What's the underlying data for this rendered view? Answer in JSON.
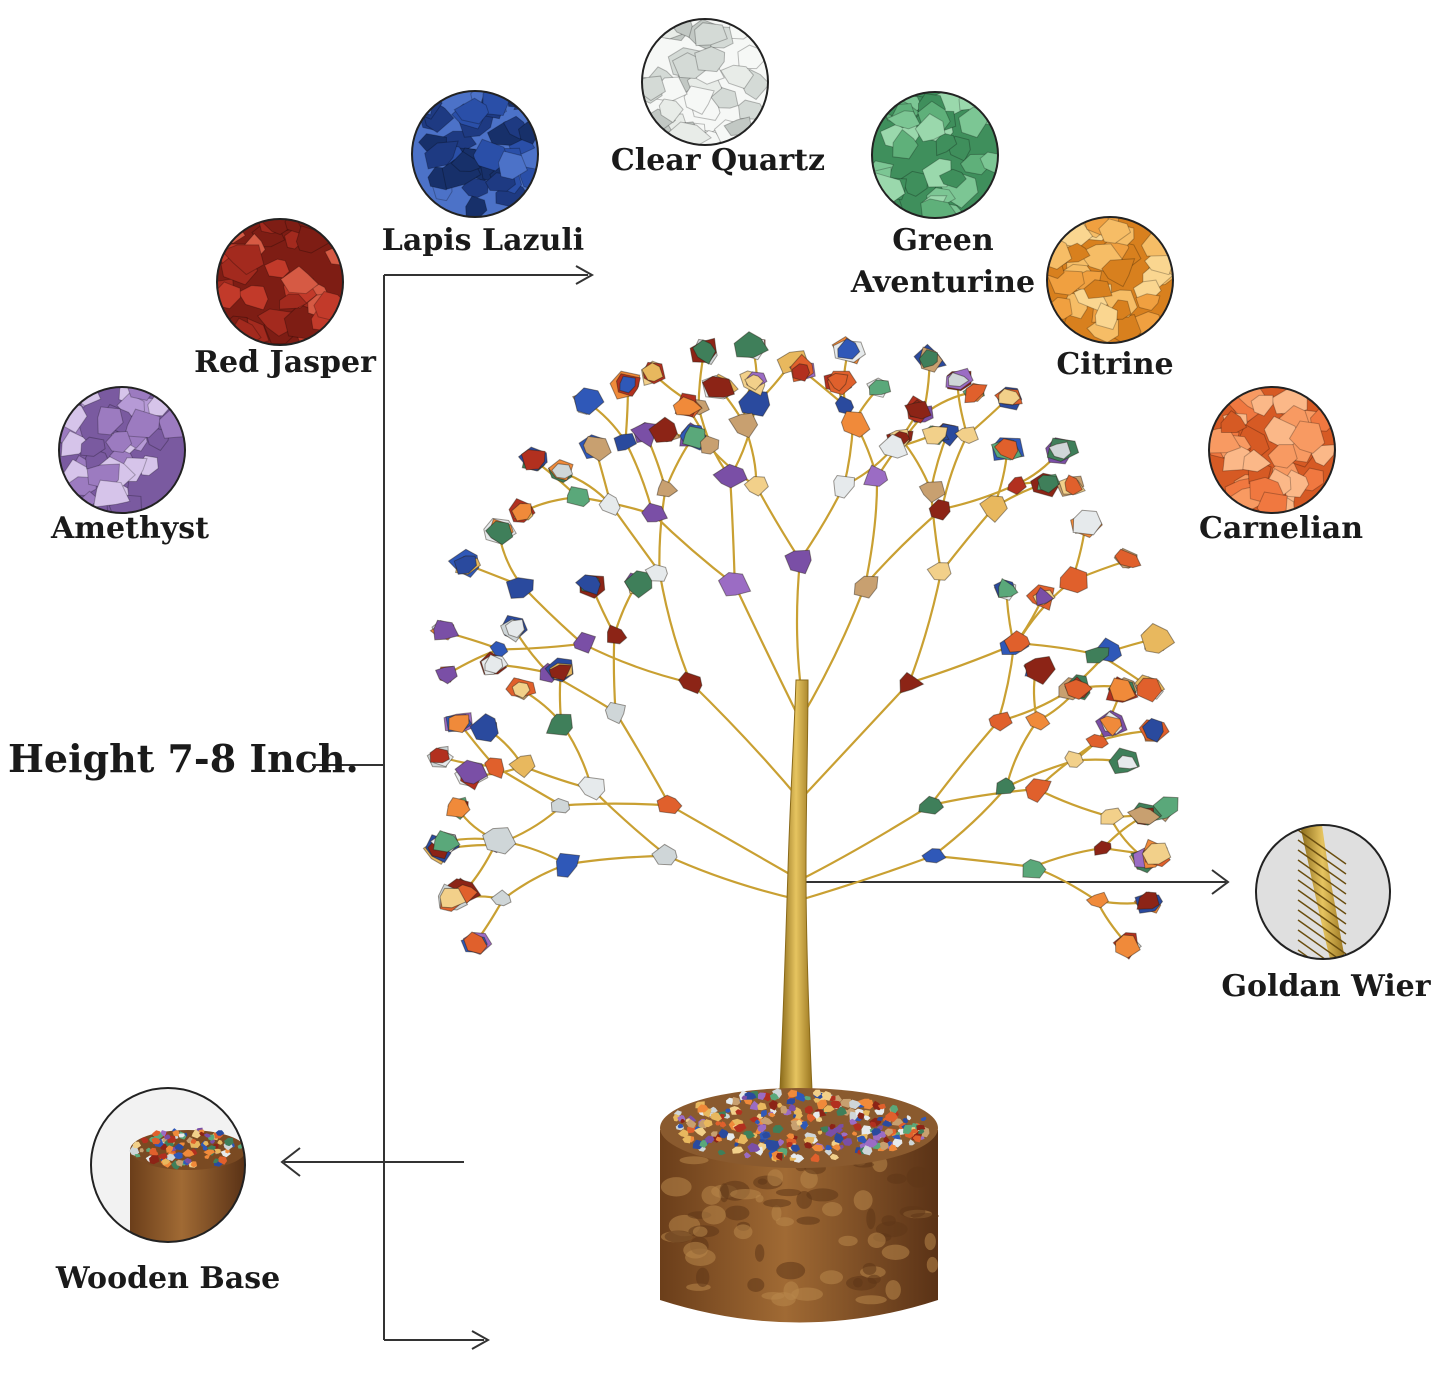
{
  "stones": [
    {
      "id": "amethyst",
      "label": "Amethyst",
      "colors": [
        "#9c7bc0",
        "#b69ad6",
        "#7a5aa0",
        "#d6c4ea"
      ]
    },
    {
      "id": "red-jasper",
      "label": "Red Jasper",
      "colors": [
        "#a32a1e",
        "#c23a2a",
        "#7e1d14",
        "#d65a44"
      ]
    },
    {
      "id": "lapis-lazuli",
      "label": "Lapis Lazuli",
      "colors": [
        "#2a4fa8",
        "#1e3a82",
        "#4c72c8",
        "#17306a"
      ]
    },
    {
      "id": "clear-quartz",
      "label": "Clear Quartz",
      "colors": [
        "#e8ece8",
        "#d4dad6",
        "#f6f8f6",
        "#c2c8c4"
      ]
    },
    {
      "id": "green-aventurine",
      "label": "Green\nAventurine",
      "colors": [
        "#5fb07a",
        "#7cc694",
        "#3f8f5c",
        "#9ad8ac"
      ]
    },
    {
      "id": "citrine",
      "label": "Citrine",
      "colors": [
        "#f0a040",
        "#f6bd66",
        "#d8801e",
        "#fad690"
      ]
    },
    {
      "id": "carnelian",
      "label": "Carnelian",
      "colors": [
        "#f07840",
        "#f89a62",
        "#d65a24",
        "#fbb888"
      ]
    }
  ],
  "features": {
    "height": "Height 7-8 Inch.",
    "wire": "Goldan Wier",
    "base": "Wooden Base"
  },
  "palette": {
    "gold": "#c9a032",
    "wood": "#8a5a2e",
    "wood_dark": "#5e3618"
  }
}
